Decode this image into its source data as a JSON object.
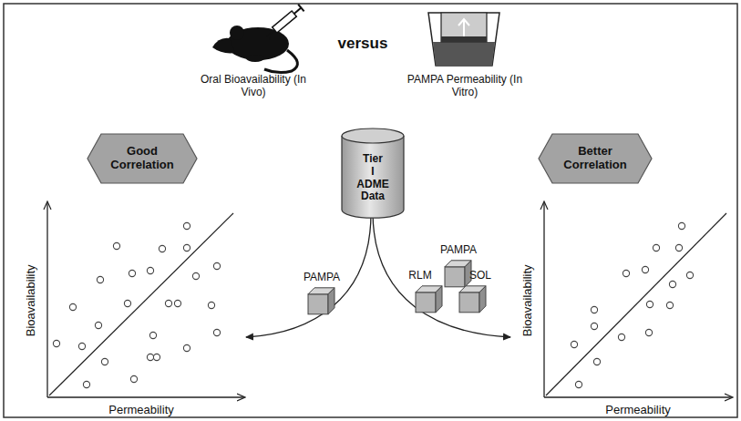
{
  "diagram": {
    "nodes": [
      {
        "text": [
          "Good Correlation"
        ]
      },
      {
        "text": [
          "Tier I ADME Data"
        ]
      },
      {
        "text": [
          "Better Correlation"
        ]
      },
      {
        "text": [
          "PAMPA"
        ]
      },
      {
        "text": [
          "PAMPA"
        ]
      },
      {
        "text": [
          "RLM"
        ]
      },
      {
        "text": [
          "SOL"
        ]
      }
    ],
    "labels": [
      "versus",
      "Oral Bioavailability (In Vivo)",
      "PAMPA Permeability (In Vitro)",
      "Bioavailability",
      "Permeability",
      "Bioavailability",
      "Permeability"
    ]
  }
}
